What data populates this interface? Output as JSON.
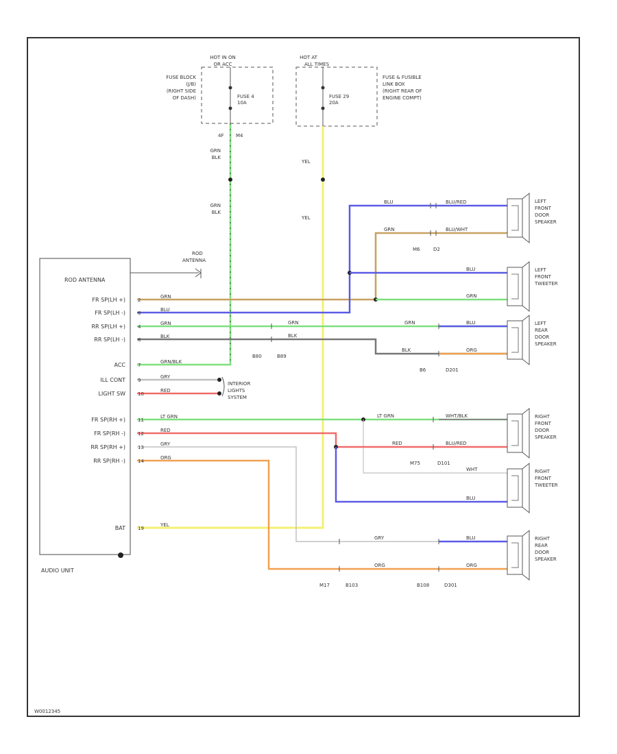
{
  "fuses": {
    "left": {
      "hot_line1": "HOT IN ON",
      "hot_line2": "OR ACC",
      "block_line1": "FUSE BLOCK",
      "block_line2": "(J/B)",
      "block_line3": "(RIGHT SIDE",
      "block_line4": "OF DASH)",
      "fuse_line1": "FUSE 4",
      "fuse_line2": "10A",
      "pin_a": "4F",
      "pin_b": "M4"
    },
    "right": {
      "hot_line1": "HOT AT",
      "hot_line2": "ALL TIMES",
      "block_line1": "FUSE & FUSIBLE",
      "block_line2": "LINK BOX",
      "block_line3": "(RIGHT REAR OF",
      "block_line4": "ENGINE COMPT)",
      "fuse_line1": "FUSE 29",
      "fuse_line2": "20A"
    }
  },
  "wires": {
    "grn_blk_1": "GRN",
    "grn_blk_2": "BLK",
    "grn_blk_3": "GRN",
    "grn_blk_4": "BLK",
    "yel_1": "YEL",
    "yel_2": "YEL"
  },
  "audio_unit": {
    "name": "AUDIO UNIT",
    "rod_antenna_label": "ROD ANTENNA",
    "rod_antenna_line1": "ROD",
    "rod_antenna_line2": "ANTENNA",
    "pins": [
      {
        "label": "FR SP(LH +)",
        "pin": "2",
        "wire": "GRN"
      },
      {
        "label": "FR SP(LH -)",
        "pin": "6",
        "wire": "BLU"
      },
      {
        "label": "RR SP(LH +)",
        "pin": "4",
        "wire": "GRN"
      },
      {
        "label": "RR SP(LH -)",
        "pin": "8",
        "wire": "BLK"
      },
      {
        "label": "ACC",
        "pin": "7",
        "wire": "GRN/BLK"
      },
      {
        "label": "ILL CONT",
        "pin": "9",
        "wire": "GRY"
      },
      {
        "label": "LIGHT SW",
        "pin": "10",
        "wire": "RED"
      },
      {
        "label": "FR SP(RH +)",
        "pin": "11",
        "wire": "LT GRN"
      },
      {
        "label": "FR SP(RH -)",
        "pin": "12",
        "wire": "RED"
      },
      {
        "label": "RR SP(RH +)",
        "pin": "13",
        "wire": "GRY"
      },
      {
        "label": "RR SP(RH -)",
        "pin": "14",
        "wire": "ORG"
      },
      {
        "label": "BAT",
        "pin": "19",
        "wire": "YEL"
      }
    ]
  },
  "interior_lights": {
    "line1": "INTERIOR",
    "line2": "LIGHTS",
    "line3": "SYSTEM"
  },
  "components": [
    {
      "line1": "LEFT",
      "line2": "FRONT",
      "line3": "DOOR",
      "line4": "SPEAKER"
    },
    {
      "line1": "LEFT",
      "line2": "FRONT",
      "line3": "TWEETER",
      "line4": ""
    },
    {
      "line1": "LEFT",
      "line2": "REAR",
      "line3": "DOOR",
      "line4": "SPEAKER"
    },
    {
      "line1": "RIGHT",
      "line2": "FRONT",
      "line3": "DOOR",
      "line4": "SPEAKER"
    },
    {
      "line1": "RIGHT",
      "line2": "FRONT",
      "line3": "TWEETER",
      "line4": ""
    },
    {
      "line1": "RIGHT",
      "line2": "REAR",
      "line3": "DOOR",
      "line4": "SPEAKER"
    }
  ],
  "connectors": {
    "lfd_1": "M6",
    "lfd_2": "D2",
    "lr_1": "B80",
    "lr_2": "B89",
    "lr_3": "B6",
    "lr_4": "D201",
    "rf_1": "M75",
    "rf_2": "D101",
    "rr_1": "M17",
    "rr_2": "B103",
    "rr_3": "B108",
    "rr_4": "D301"
  },
  "speaker_wires": {
    "lfd_top": "BLU",
    "lfd_top_r": "BLU/RED",
    "lfd_bot": "GRN",
    "lfd_bot_r": "BLU/WHT",
    "lft_top": "BLU",
    "lft_bot": "GRN",
    "lr_grn": "GRN",
    "lr_grn2": "GRN",
    "lr_blk": "BLK",
    "lr_blk2": "BLK",
    "lr_top_r": "BLU",
    "lr_bot_r": "ORG",
    "rf_grn": "LT GRN",
    "rf_top_r": "WHT/BLK",
    "rf_red": "RED",
    "rf_bot_r": "BLU/RED",
    "rt_top": "WHT",
    "rt_bot": "BLU",
    "rr_gry": "GRY",
    "rr_top_r": "BLU",
    "rr_org": "ORG",
    "rr_bot_r": "ORG"
  },
  "footer_code": "W0012345",
  "colors": {
    "green": "#7ee07e",
    "blue": "#5a5ae6",
    "tan": "#c8a060",
    "gray": "#888888",
    "ltgray": "#c0c0c0",
    "red": "#f06a6a",
    "orange": "#f0a050",
    "yellow": "#f4f070",
    "black": "#333333"
  }
}
